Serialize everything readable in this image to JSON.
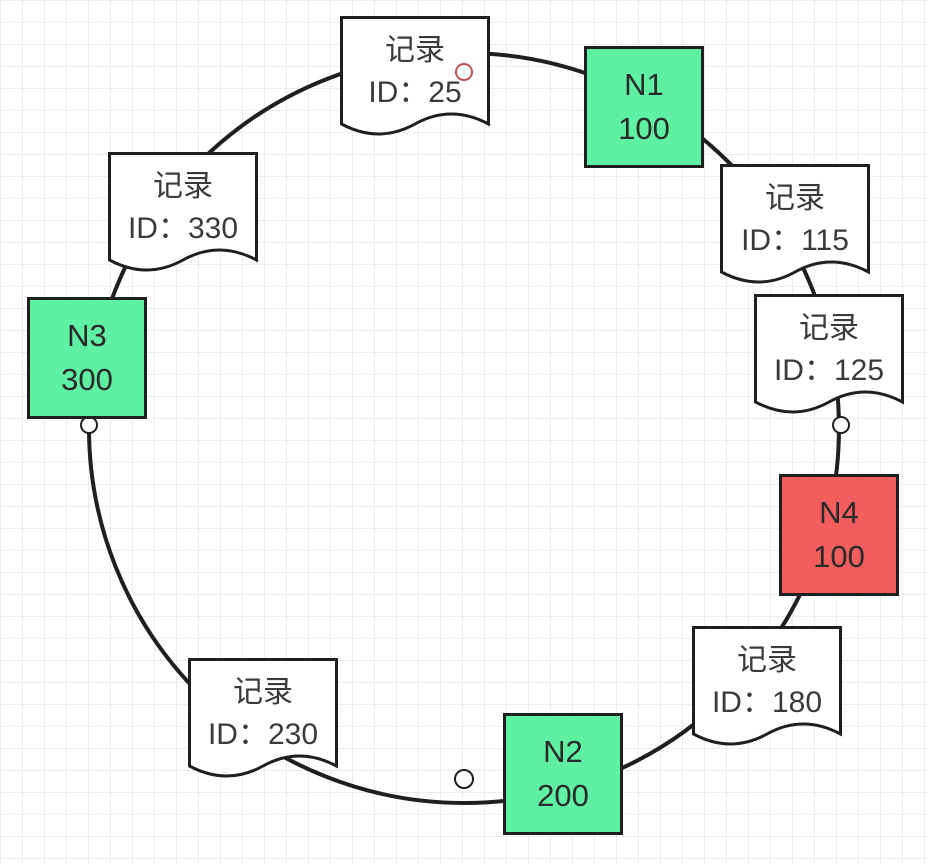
{
  "colors": {
    "node_normal": "#5ef0a3",
    "node_highlight": "#f25d5d",
    "ring_stroke": "#1f1f1f",
    "record_fill": "#ffffff"
  },
  "nodes": [
    {
      "id": "n1",
      "name": "N1",
      "value": "100",
      "highlight": false
    },
    {
      "id": "n2",
      "name": "N2",
      "value": "200",
      "highlight": false
    },
    {
      "id": "n3",
      "name": "N3",
      "value": "300",
      "highlight": false
    },
    {
      "id": "n4",
      "name": "N4",
      "value": "100",
      "highlight": true
    }
  ],
  "records": [
    {
      "id": "r25",
      "title": "记录",
      "label": "ID：25"
    },
    {
      "id": "r115",
      "title": "记录",
      "label": "ID：115"
    },
    {
      "id": "r125",
      "title": "记录",
      "label": "ID：125"
    },
    {
      "id": "r180",
      "title": "记录",
      "label": "ID：180"
    },
    {
      "id": "r230",
      "title": "记录",
      "label": "ID：230"
    },
    {
      "id": "r330",
      "title": "记录",
      "label": "ID：330"
    }
  ]
}
